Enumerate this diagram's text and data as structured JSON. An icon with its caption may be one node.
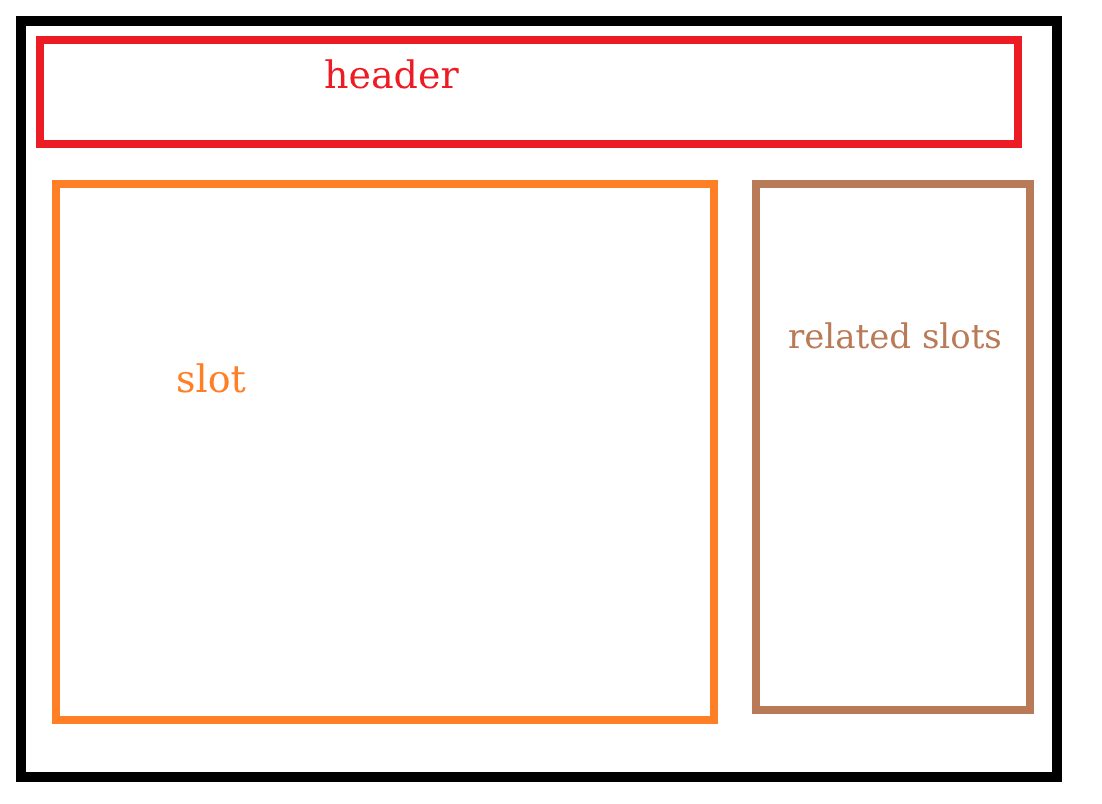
{
  "diagram": {
    "nodes": [
      {
        "text": [],
        "shape": "box"
      },
      {
        "text": [
          "header"
        ],
        "in": 0
      },
      {
        "text": [
          "slot"
        ],
        "in": 0
      },
      {
        "text": [
          "related slots"
        ],
        "in": 0
      }
    ]
  }
}
